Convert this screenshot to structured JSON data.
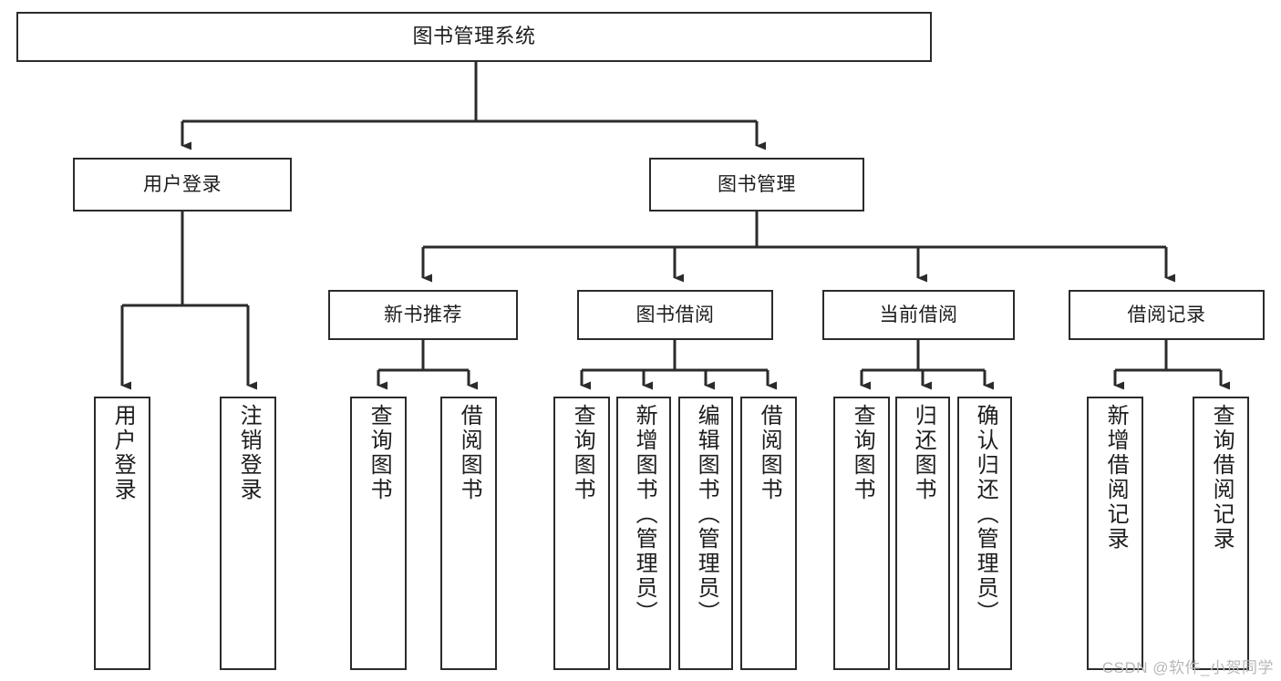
{
  "diagram": {
    "type": "tree-hierarchy",
    "title": "图书管理系统",
    "orientation": "top-down",
    "colors": {
      "box_border": "#2b2b2b",
      "box_fill": "#ffffff",
      "connector": "#2b2b2b",
      "text": "#1c1c1c",
      "watermark": "#b8b8b8"
    }
  },
  "root": {
    "label": "图书管理系统"
  },
  "level2": [
    {
      "id": "user-login",
      "label": "用户登录"
    },
    {
      "id": "book-manage",
      "label": "图书管理"
    }
  ],
  "level3": [
    {
      "id": "new-book-recommend",
      "label": "新书推荐",
      "parent": "book-manage"
    },
    {
      "id": "book-borrow",
      "label": "图书借阅",
      "parent": "book-manage"
    },
    {
      "id": "current-borrow",
      "label": "当前借阅",
      "parent": "book-manage"
    },
    {
      "id": "borrow-record",
      "label": "借阅记录",
      "parent": "book-manage"
    }
  ],
  "leaves": {
    "user_login": [
      {
        "id": "leaf-user-login",
        "label": "用户登录"
      },
      {
        "id": "leaf-user-logout",
        "label": "注销登录"
      }
    ],
    "new_book_recommend": [
      {
        "id": "leaf-query-book-1",
        "label": "查询图书"
      },
      {
        "id": "leaf-borrow-book-1",
        "label": "借阅图书"
      }
    ],
    "book_borrow": [
      {
        "id": "leaf-query-book-2",
        "label": "查询图书"
      },
      {
        "id": "leaf-add-book",
        "label": "新增图书（管理员）"
      },
      {
        "id": "leaf-edit-book",
        "label": "编辑图书（管理员）"
      },
      {
        "id": "leaf-borrow-book-2",
        "label": "借阅图书"
      }
    ],
    "current_borrow": [
      {
        "id": "leaf-query-book-3",
        "label": "查询图书"
      },
      {
        "id": "leaf-return-book",
        "label": "归还图书"
      },
      {
        "id": "leaf-confirm-return",
        "label": "确认归还（管理员）"
      }
    ],
    "borrow_record": [
      {
        "id": "leaf-add-borrow-record",
        "label": "新增借阅记录"
      },
      {
        "id": "leaf-query-borrow-record",
        "label": "查询借阅记录"
      }
    ]
  },
  "watermark": {
    "text": "CSDN @软件_小贺同学"
  }
}
